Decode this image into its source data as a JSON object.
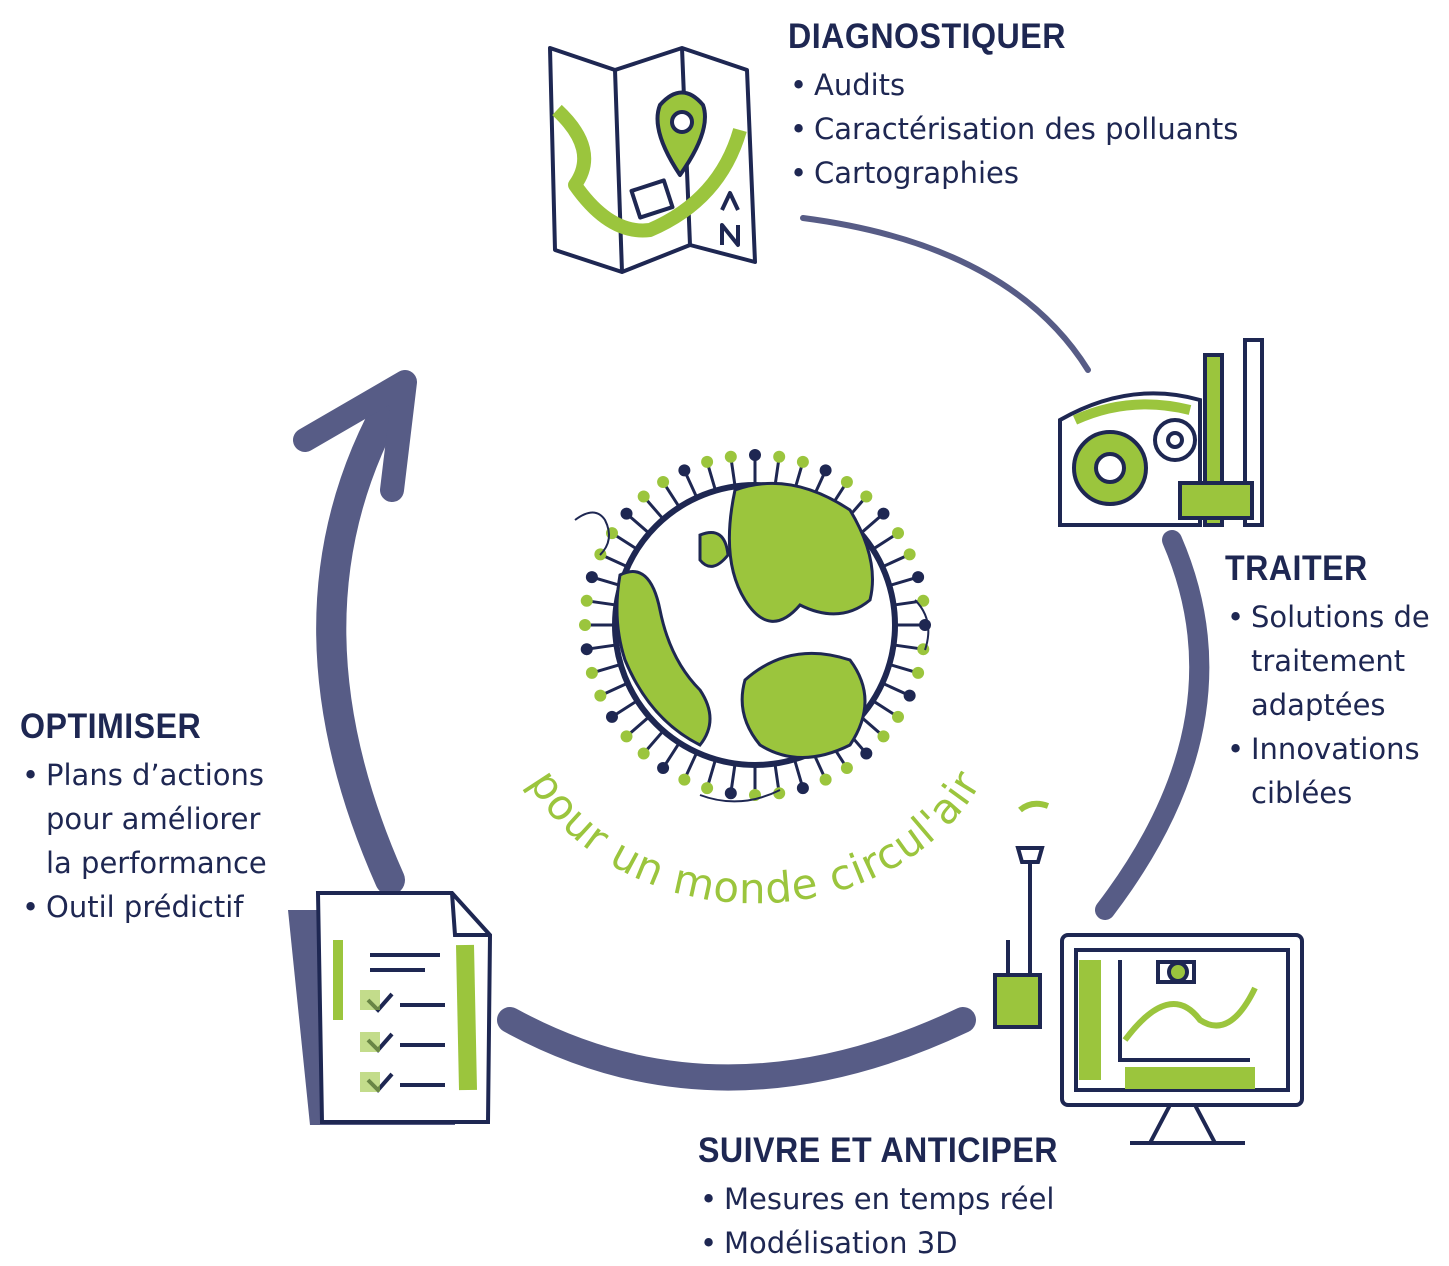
{
  "colors": {
    "navy": "#1e2752",
    "arrow": "#575c86",
    "green": "#9bc53d"
  },
  "center": {
    "tagline": "pour un monde circul'air"
  },
  "stages": {
    "diagnostiquer": {
      "title": "DIAGNOSTIQUER",
      "icon": "map-icon",
      "items": [
        "Audits",
        "Caractérisation des polluants",
        "Cartographies"
      ]
    },
    "traiter": {
      "title": "TRAITER",
      "icon": "treatment-machine-icon",
      "items": [
        [
          "Solutions de",
          "traitement",
          "adaptées"
        ],
        [
          "Innovations",
          "ciblées"
        ]
      ]
    },
    "suivre": {
      "title": "SUIVRE ET ANTICIPER",
      "icon": "monitoring-screen-icon",
      "items": [
        "Mesures en temps réel",
        "Modélisation 3D"
      ]
    },
    "optimiser": {
      "title": "OPTIMISER",
      "icon": "checklist-document-icon",
      "items": [
        [
          "Plans d’actions",
          "pour améliorer",
          "la performance"
        ],
        [
          "Outil prédictif"
        ]
      ]
    }
  }
}
